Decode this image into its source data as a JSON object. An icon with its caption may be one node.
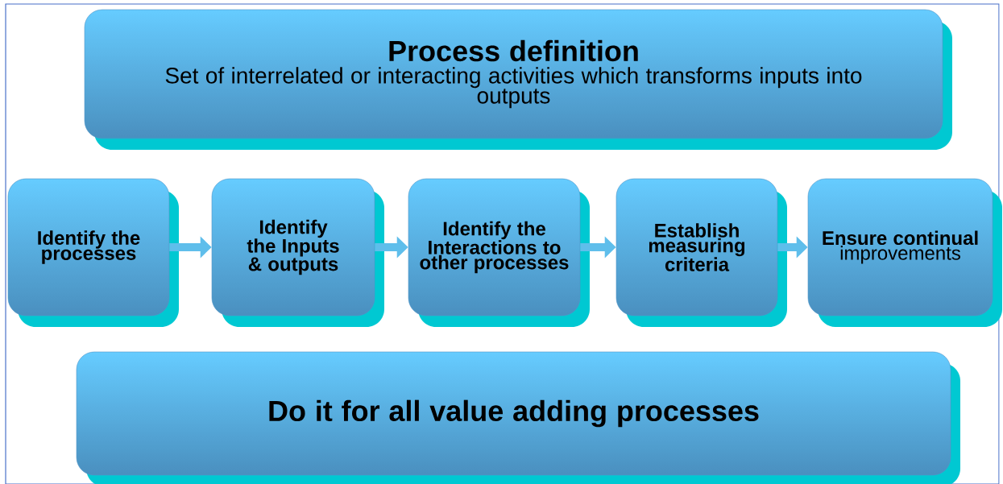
{
  "diagram": {
    "nodes": [
      {
        "text": [
          "Process definition",
          "Set of interrelated or interacting activities which transforms inputs into outputs"
        ]
      },
      {
        "text": [
          "Identify the processes"
        ]
      },
      {
        "text": [
          "Identify the Inputs & outputs"
        ]
      },
      {
        "text": [
          "Identify the Interactions to other processes"
        ]
      },
      {
        "text": [
          "Establish measuring criteria"
        ]
      },
      {
        "text": [
          "**Ensure continual** improvements"
        ]
      },
      {
        "text": [
          "Do it for all value adding processes"
        ]
      }
    ],
    "edges": [
      {
        "from": 1,
        "to": 2,
        "arrow": "to"
      },
      {
        "from": 2,
        "to": 3,
        "arrow": "to"
      },
      {
        "from": 3,
        "to": 4,
        "arrow": "to"
      },
      {
        "from": 4,
        "to": 5,
        "arrow": "to"
      }
    ]
  }
}
